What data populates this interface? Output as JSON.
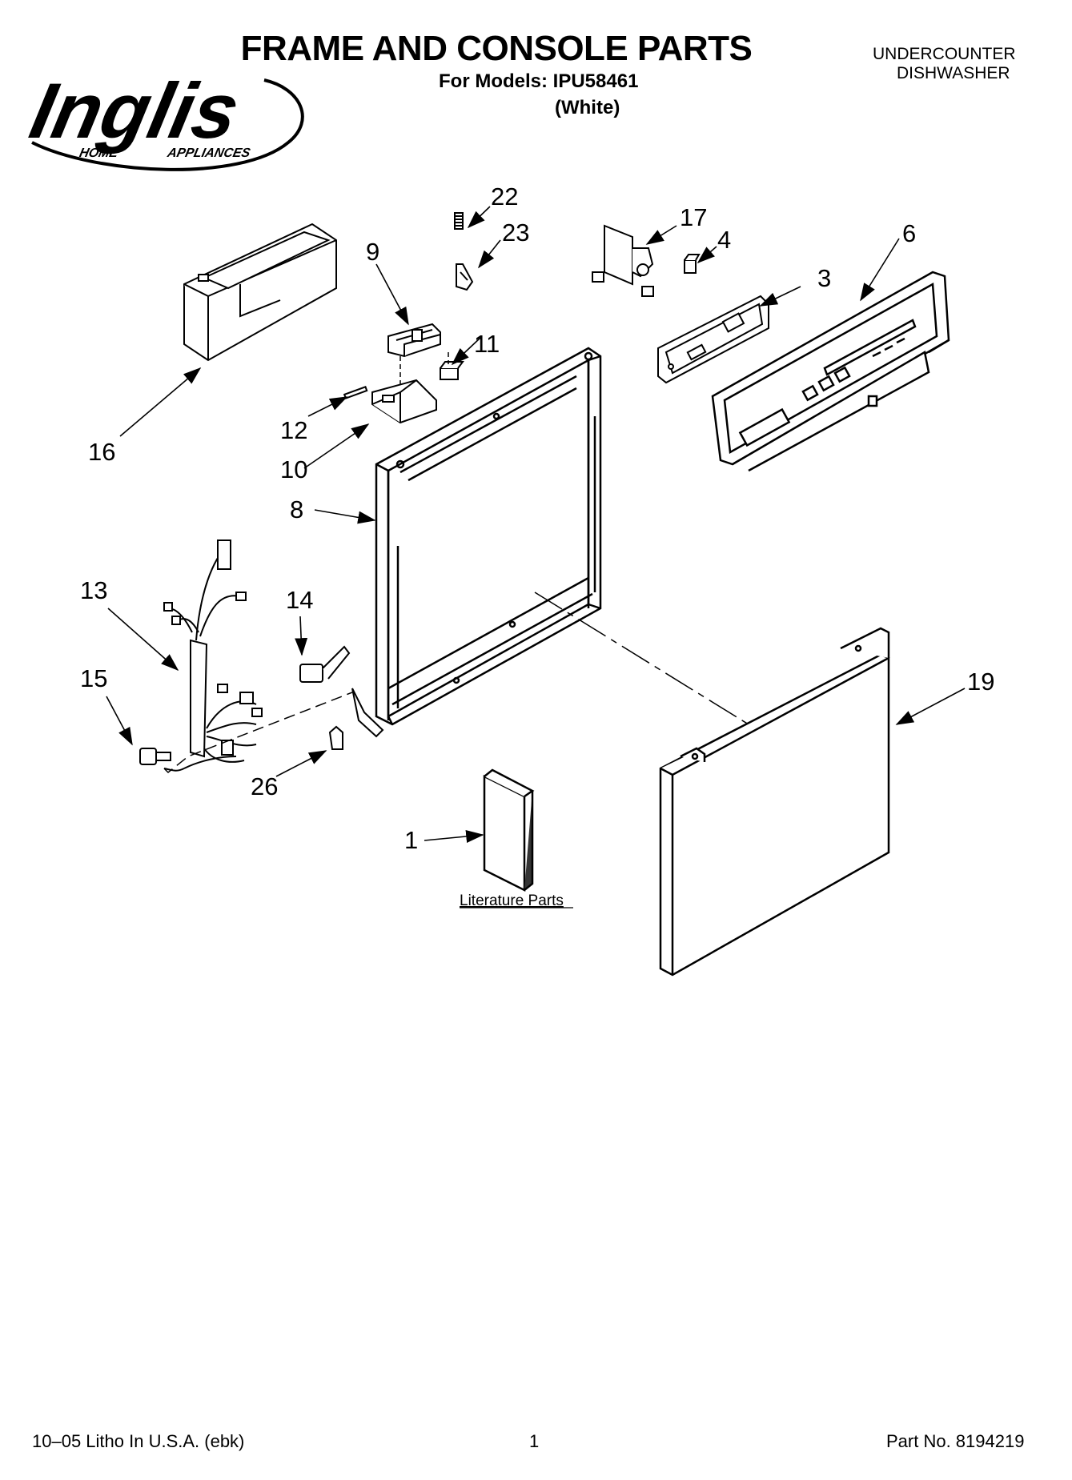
{
  "header": {
    "title": "FRAME AND CONSOLE PARTS",
    "models": "For Models: IPU58461",
    "color": "(White)",
    "category_line1": "UNDERCOUNTER",
    "category_line2": "DISHWASHER"
  },
  "logo": {
    "brand": "Inglis",
    "sub_left": "HOME",
    "sub_right": "APPLIANCES"
  },
  "callouts": {
    "c22": "22",
    "c23": "23",
    "c17": "17",
    "c4": "4",
    "c6": "6",
    "c9": "9",
    "c3": "3",
    "c11": "11",
    "c12": "12",
    "c16": "16",
    "c10": "10",
    "c8": "8",
    "c13": "13",
    "c14": "14",
    "c15": "15",
    "c19": "19",
    "c26": "26",
    "c1": "1"
  },
  "literature_label": "Literature Parts",
  "footer": {
    "left": "10–05 Litho In U.S.A. (ebk)",
    "page": "1",
    "part": "Part No. 8194219"
  }
}
